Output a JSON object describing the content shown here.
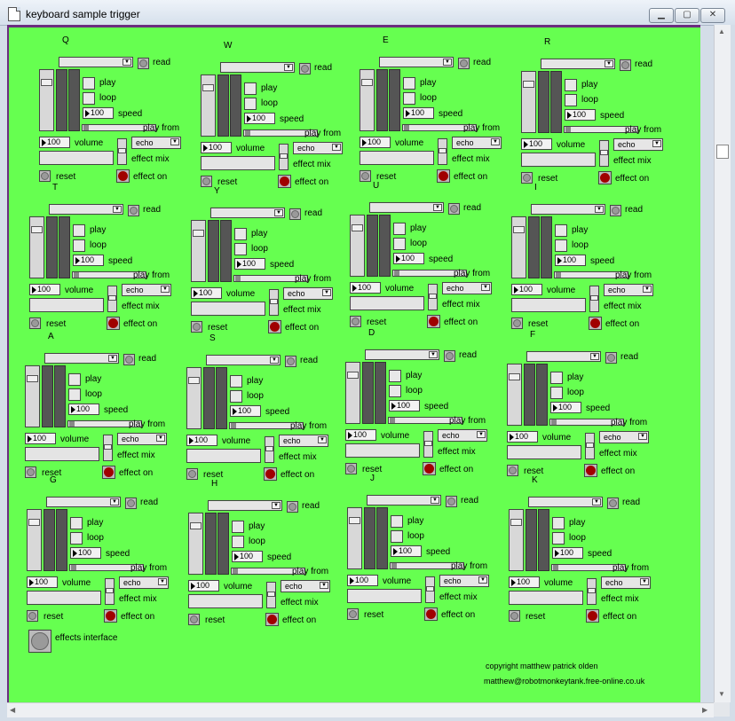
{
  "window": {
    "title": "keyboard sample trigger",
    "minimize": "▁",
    "maximize": "▢",
    "close": "✕"
  },
  "labels": {
    "read": "read",
    "play": "play",
    "loop": "loop",
    "speed": "speed",
    "play_from": "play from",
    "volume": "volume",
    "effect_mix": "effect mix",
    "reset": "reset",
    "effect_on": "effect on"
  },
  "units": [
    {
      "key": "Q",
      "speed": "100",
      "volume": "100",
      "effect": "echo"
    },
    {
      "key": "W",
      "speed": "100",
      "volume": "100",
      "effect": "echo"
    },
    {
      "key": "E",
      "speed": "100",
      "volume": "100",
      "effect": "echo"
    },
    {
      "key": "R",
      "speed": "100",
      "volume": "100",
      "effect": "echo"
    },
    {
      "key": "T",
      "speed": "100",
      "volume": "100",
      "effect": "echo"
    },
    {
      "key": "Y",
      "speed": "100",
      "volume": "100",
      "effect": "echo"
    },
    {
      "key": "U",
      "speed": "100",
      "volume": "100",
      "effect": "echo"
    },
    {
      "key": "I",
      "speed": "100",
      "volume": "100",
      "effect": "echo"
    },
    {
      "key": "A",
      "speed": "100",
      "volume": "100",
      "effect": "echo"
    },
    {
      "key": "S",
      "speed": "100",
      "volume": "100",
      "effect": "echo"
    },
    {
      "key": "D",
      "speed": "100",
      "volume": "100",
      "effect": "echo"
    },
    {
      "key": "F",
      "speed": "100",
      "volume": "100",
      "effect": "echo"
    },
    {
      "key": "G",
      "speed": "100",
      "volume": "100",
      "effect": "echo"
    },
    {
      "key": "H",
      "speed": "100",
      "volume": "100",
      "effect": "echo"
    },
    {
      "key": "J",
      "speed": "100",
      "volume": "100",
      "effect": "echo"
    },
    {
      "key": "K",
      "speed": "100",
      "volume": "100",
      "effect": "echo"
    }
  ],
  "effects_interface": "effects interface",
  "footer": {
    "copyright": "copyright matthew patrick olden",
    "email": "matthew@robotmonkeytank.free-online.co.uk"
  },
  "colors": {
    "background": "#66ff50",
    "border": "#6b2d7f",
    "effect_on": "#a00000"
  }
}
